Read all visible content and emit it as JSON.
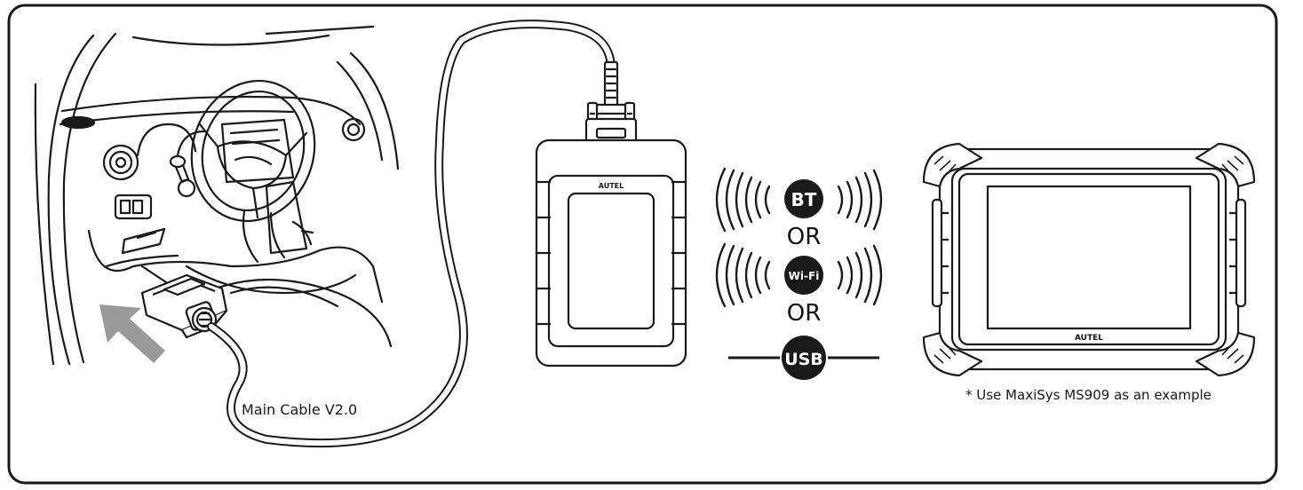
{
  "labels": {
    "cable": "Main Cable V2.0",
    "note": "* Use MaxiSys MS909 as an example",
    "or_1": "OR",
    "or_2": "OR"
  },
  "connections": {
    "bluetooth": "BT",
    "wifi": "Wi-Fi",
    "usb": "USB"
  },
  "devices": {
    "vci_brand": "AUTEL",
    "tablet_brand": "AUTEL"
  },
  "colors": {
    "line": "#1a1a1a",
    "background": "#ffffff",
    "arrow": "#9a9a9a"
  }
}
